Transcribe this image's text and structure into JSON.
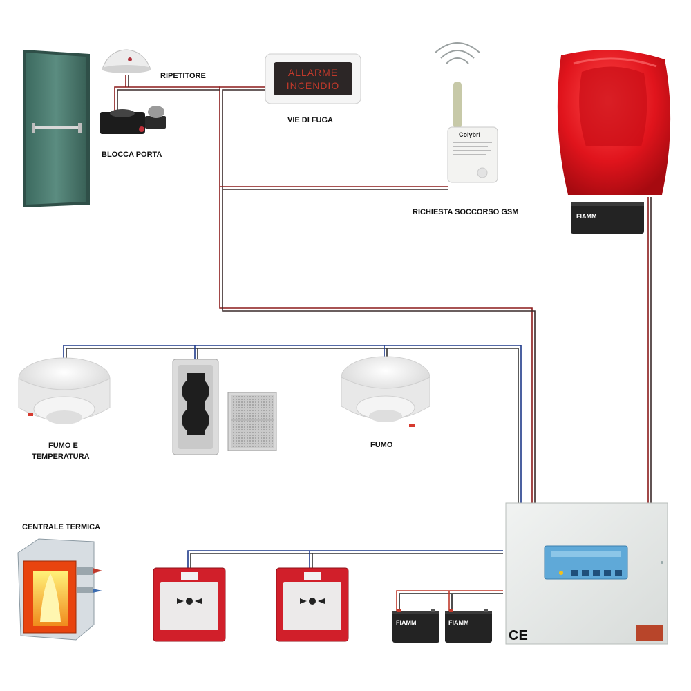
{
  "labels": {
    "ripetitore": "RIPETITORE",
    "blocca_porta": "BLOCCA PORTA",
    "vie_di_fuga": "VIE DI FUGA",
    "richiesta_gsm": "RICHIESTA SOCCORSO GSM",
    "fumo_temp_1": "FUMO E",
    "fumo_temp_2": "TEMPERATURA",
    "fumo": "FUMO",
    "centrale_termica": "CENTRALE TERMICA"
  },
  "sign": {
    "line1": "ALLARME",
    "line2": "INCENDIO"
  },
  "gsm_device": {
    "brand": "Colybri"
  },
  "battery": {
    "brand": "FIAMM"
  },
  "panel": {
    "ce_mark": "CE"
  },
  "colors": {
    "red_wire": "#8b1a1a",
    "blue_wire": "#1f3a8a",
    "siren_red": "#e0141c",
    "call_point_red": "#d11f2a",
    "panel_grey": "#e9ecea",
    "panel_display": "#5fa9d8",
    "door_green": "#4a7a6e"
  },
  "icons": [
    "door-icon",
    "repeater-icon",
    "door-holder-icon",
    "exit-sign-icon",
    "gsm-dialer-icon",
    "siren-icon",
    "battery-icon",
    "smoke-heat-detector-icon",
    "beam-detector-icon",
    "reflector-icon",
    "smoke-detector-icon",
    "boiler-icon",
    "manual-call-point-icon",
    "control-panel-icon"
  ]
}
